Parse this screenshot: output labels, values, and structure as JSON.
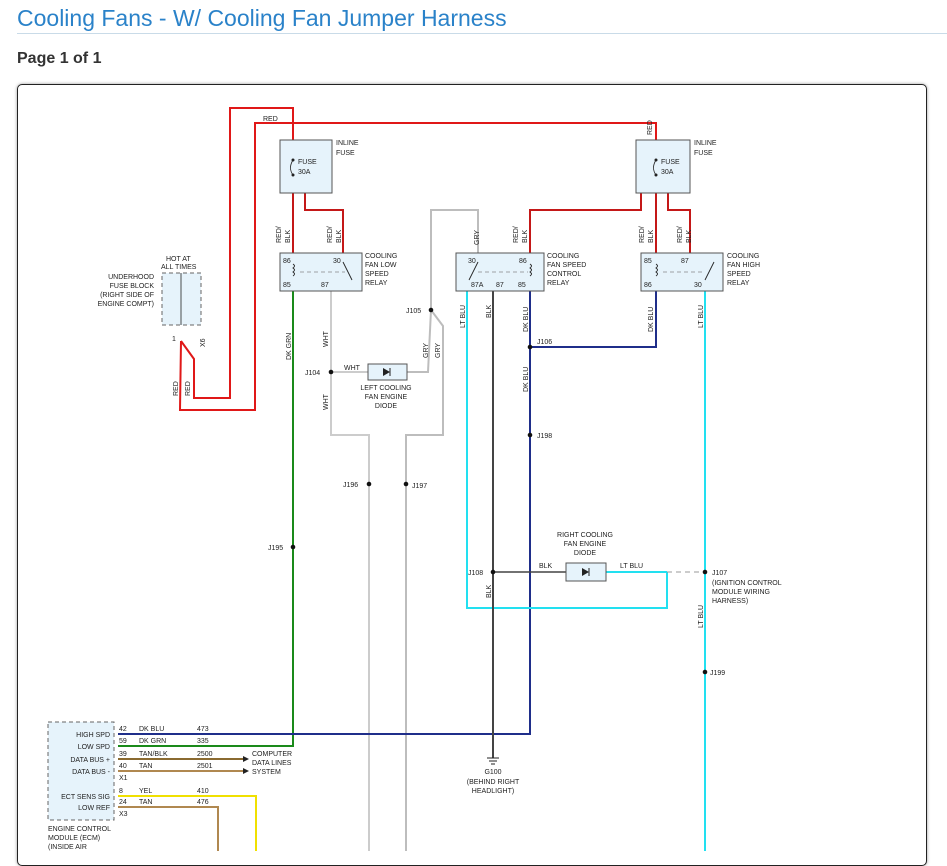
{
  "title": "Cooling Fans - W/ Cooling Fan Jumper Harness",
  "page_label": "Page 1 of 1",
  "colors": {
    "red": "#e01818",
    "dk_grn": "#1a8a1a",
    "dk_blu": "#1f2e8a",
    "lt_blu": "#22e0f0",
    "gry": "#bdbdbd",
    "blk": "#444444",
    "yel": "#f0e000",
    "tan": "#b08850",
    "comp_fill": "#e6f3fb"
  },
  "fuse_block": {
    "l1": "HOT AT",
    "l2": "ALL TIMES",
    "d1": "UNDERHOOD",
    "d2": "FUSE BLOCK",
    "d3": "(RIGHT SIDE OF",
    "d4": "ENGINE COMPT)",
    "pin": "1",
    "conn": "X6"
  },
  "fuse_left": {
    "label": "FUSE",
    "rating": "30A",
    "d1": "INLINE",
    "d2": "FUSE"
  },
  "fuse_right": {
    "label": "FUSE",
    "rating": "30A",
    "d1": "INLINE",
    "d2": "FUSE"
  },
  "relay_low": {
    "p86": "86",
    "p30": "30",
    "p85": "85",
    "p87": "87",
    "d1": "COOLING",
    "d2": "FAN LOW",
    "d3": "SPEED",
    "d4": "RELAY"
  },
  "relay_ctrl": {
    "p30": "30",
    "p86": "86",
    "p87a": "87A",
    "p87": "87",
    "p85": "85",
    "d1": "COOLING",
    "d2": "FAN SPEED",
    "d3": "CONTROL",
    "d4": "RELAY"
  },
  "relay_high": {
    "p85": "85",
    "p87": "87",
    "p86": "86",
    "p30": "30",
    "d1": "COOLING",
    "d2": "FAN HIGH",
    "d3": "SPEED",
    "d4": "RELAY"
  },
  "wires": {
    "red": "RED",
    "red_blk_a": "RED/",
    "red_blk_b": "BLK",
    "gry": "GRY",
    "wht": "WHT",
    "dk_grn": "DK GRN",
    "lt_blu": "LT BLU",
    "blk": "BLK",
    "dk_blu": "DK BLU"
  },
  "left_diode": {
    "d1": "LEFT COOLING",
    "d2": "FAN ENGINE",
    "d3": "DIODE"
  },
  "right_diode": {
    "d1": "RIGHT COOLING",
    "d2": "FAN ENGINE",
    "d3": "DIODE"
  },
  "splices": {
    "j104": "J104",
    "j105": "J105",
    "j106": "J106",
    "j107": "J107",
    "j108": "J108",
    "j195": "J195",
    "j196": "J196",
    "j197": "J197",
    "j198": "J198",
    "j199": "J199"
  },
  "j107_desc": {
    "d1": "(IGNITION CONTROL",
    "d2": "MODULE WIRING",
    "d3": "HARNESS)"
  },
  "ground": {
    "name": "G100",
    "d1": "(BEHIND RIGHT",
    "d2": "HEADLIGHT)"
  },
  "ecm": {
    "pins": [
      {
        "label": "HIGH SPD",
        "pin": "42",
        "color": "DK BLU",
        "circuit": "473"
      },
      {
        "label": "LOW SPD",
        "pin": "59",
        "color": "DK GRN",
        "circuit": "335"
      },
      {
        "label": "DATA BUS +",
        "pin": "39",
        "color": "TAN/BLK",
        "circuit": "2500"
      },
      {
        "label": "DATA BUS -",
        "pin": "40",
        "color": "TAN",
        "circuit": "2501"
      },
      {
        "label": "ECT SENS SIG",
        "pin": "8",
        "color": "YEL",
        "circuit": "410"
      },
      {
        "label": "LOW REF",
        "pin": "24",
        "color": "TAN",
        "circuit": "476"
      }
    ],
    "conn_x1": "X1",
    "conn_x3": "X3",
    "d1": "ENGINE CONTROL",
    "d2": "MODULE (ECM)",
    "d3": "(INSIDE AIR"
  },
  "computer_lines": {
    "d1": "COMPUTER",
    "d2": "DATA LINES",
    "d3": "SYSTEM"
  }
}
